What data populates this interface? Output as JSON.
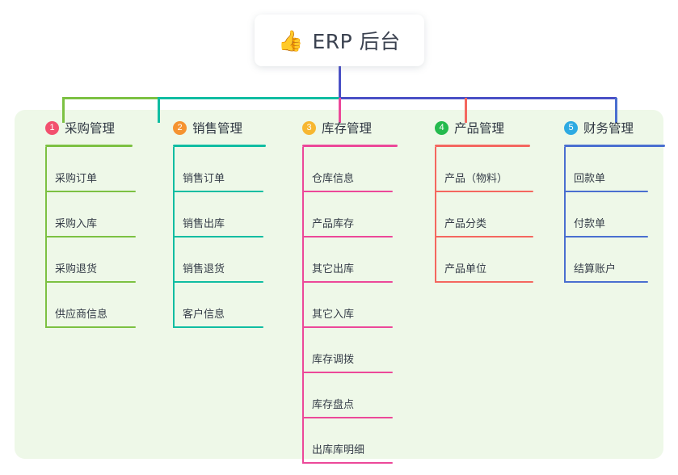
{
  "diagram": {
    "type": "org-tree",
    "root": {
      "icon": "thumbs-up-icon",
      "icon_glyph": "👍",
      "title": "ERP 后台"
    },
    "panel_color": "#eef8e8",
    "connector_colors": {
      "stem": "#4a50c6",
      "bar_left_green": "#7cc142",
      "bar_teal": "#10bda2",
      "bar_right_indigo": "#4a50c6"
    },
    "columns": [
      {
        "index": "1",
        "title": "采购管理",
        "badge_color": "#f2506e",
        "line_color": "#7cc142",
        "drop_color": "#7cc142",
        "items": [
          {
            "label": "采购订单"
          },
          {
            "label": "采购入库"
          },
          {
            "label": "采购退货"
          },
          {
            "label": "供应商信息"
          }
        ]
      },
      {
        "index": "2",
        "title": "销售管理",
        "badge_color": "#f59331",
        "line_color": "#10bda2",
        "drop_color": "#10bda2",
        "items": [
          {
            "label": "销售订单"
          },
          {
            "label": "销售出库"
          },
          {
            "label": "销售退货"
          },
          {
            "label": "客户信息"
          }
        ]
      },
      {
        "index": "3",
        "title": "库存管理",
        "badge_color": "#f7b731",
        "line_color": "#ec4899",
        "drop_color": "#ec4899",
        "items": [
          {
            "label": "仓库信息"
          },
          {
            "label": "产品库存"
          },
          {
            "label": "其它出库"
          },
          {
            "label": "其它入库"
          },
          {
            "label": "库存调拨"
          },
          {
            "label": "库存盘点"
          },
          {
            "label": "出库库明细"
          }
        ]
      },
      {
        "index": "4",
        "title": "产品管理",
        "badge_color": "#25ba4e",
        "line_color": "#f4675f",
        "drop_color": "#f4675f",
        "items": [
          {
            "label": "产品（物料）"
          },
          {
            "label": "产品分类"
          },
          {
            "label": "产品单位"
          }
        ]
      },
      {
        "index": "5",
        "title": "财务管理",
        "badge_color": "#2daae2",
        "line_color": "#4a6fd0",
        "drop_color": "#4a6fd0",
        "items": [
          {
            "label": "回款单"
          },
          {
            "label": "付款单"
          },
          {
            "label": "结算账户"
          }
        ]
      }
    ]
  }
}
